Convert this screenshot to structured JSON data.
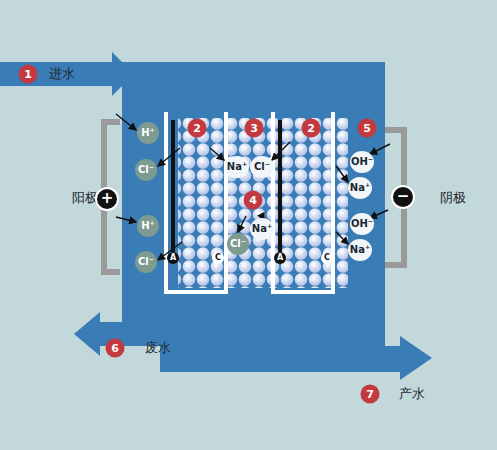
{
  "diagram": {
    "labels": [
      "1",
      "进水",
      "2",
      "3",
      "2",
      "5",
      "H⁺",
      "Cl⁻",
      "H⁺",
      "Cl⁻",
      "阳极",
      "+",
      "Na⁺",
      "Cl⁻",
      "4",
      "Cl⁻",
      "Na⁺",
      "A",
      "C",
      "A",
      "C",
      "OH⁻",
      "Na⁺",
      "−",
      "阴极",
      "OH⁻",
      "Na⁺",
      "6",
      "废水",
      "7",
      "产水"
    ]
  }
}
